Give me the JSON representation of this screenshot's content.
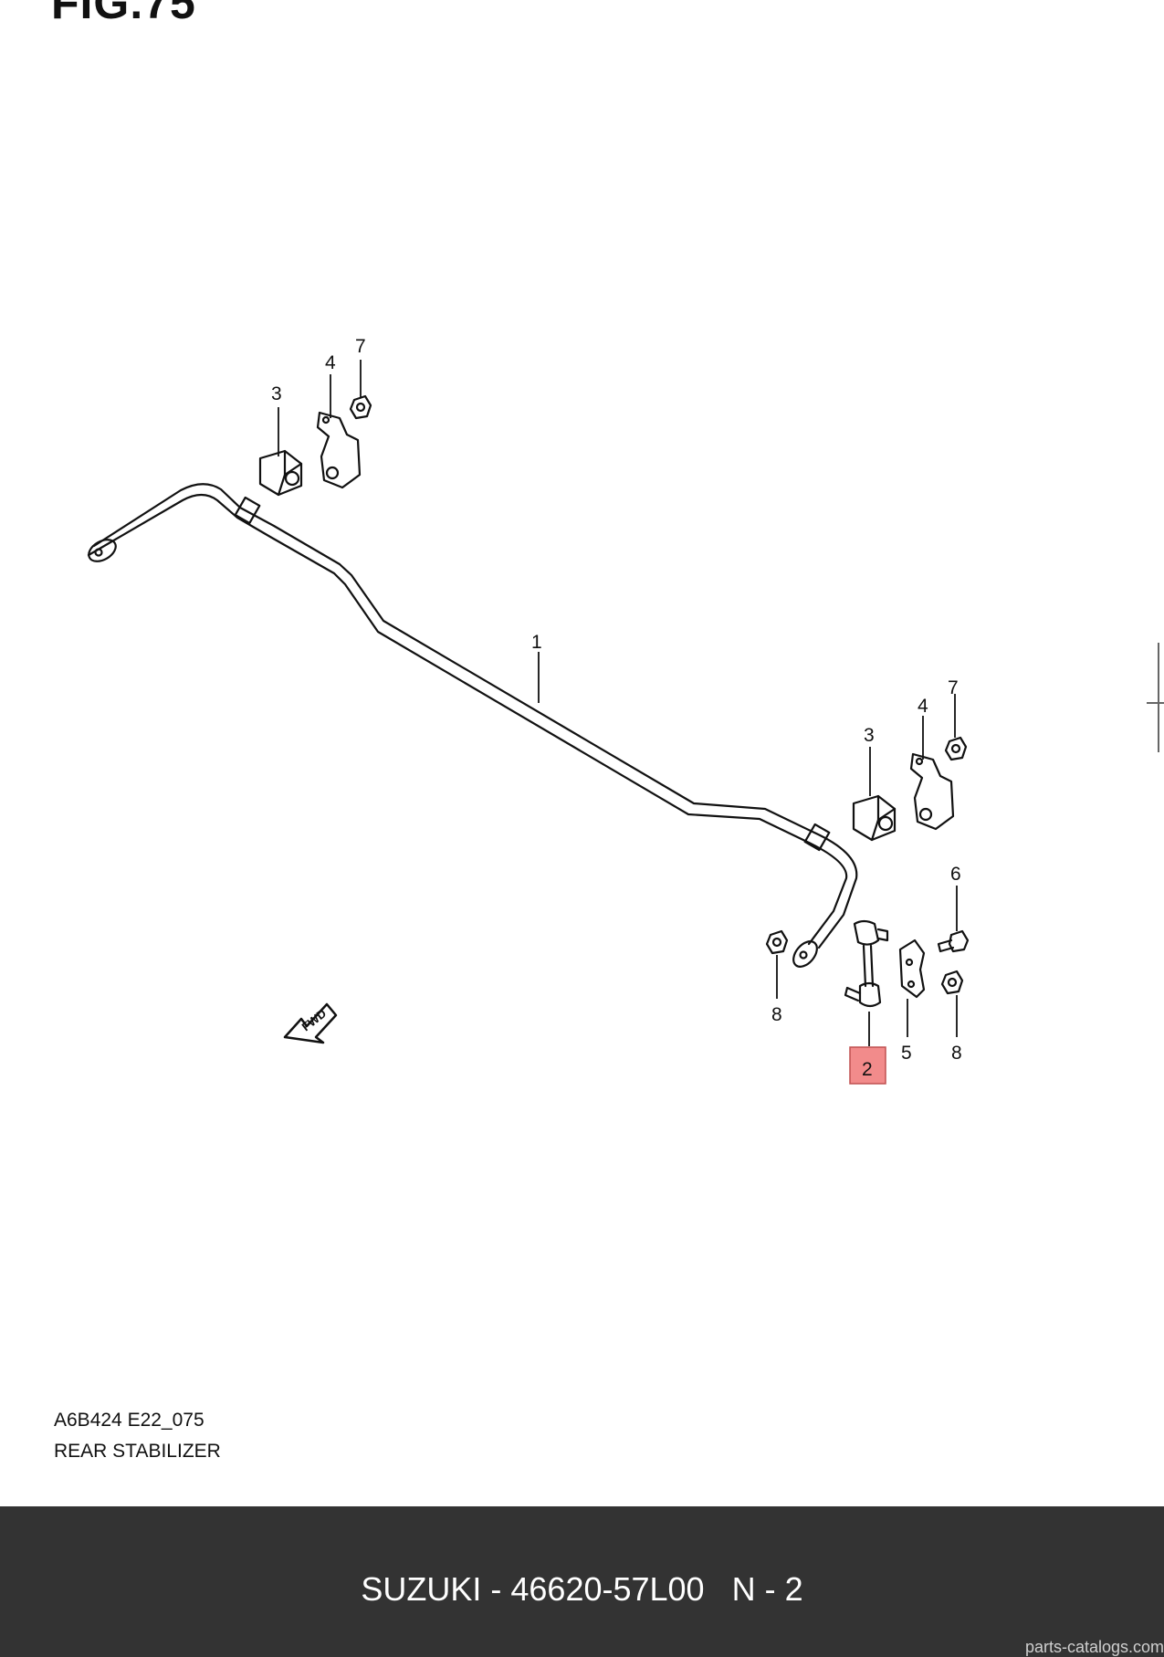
{
  "figure_heading": "FIG.75",
  "diagram_code": "A6B424 E22_075",
  "diagram_title": "REAR STABILIZER",
  "callouts": {
    "c1": "1",
    "c2": "2",
    "c3a": "3",
    "c3b": "3",
    "c4a": "4",
    "c4b": "4",
    "c5": "5",
    "c6": "6",
    "c7a": "7",
    "c7b": "7",
    "c8a": "8",
    "c8b": "8"
  },
  "fwd_label": "FWD",
  "highlight_color": "#f28b8b",
  "footer": {
    "title": "SUZUKI - 46620-57L00   N - 2",
    "background": "#333333"
  },
  "watermark": "parts-catalogs.com"
}
